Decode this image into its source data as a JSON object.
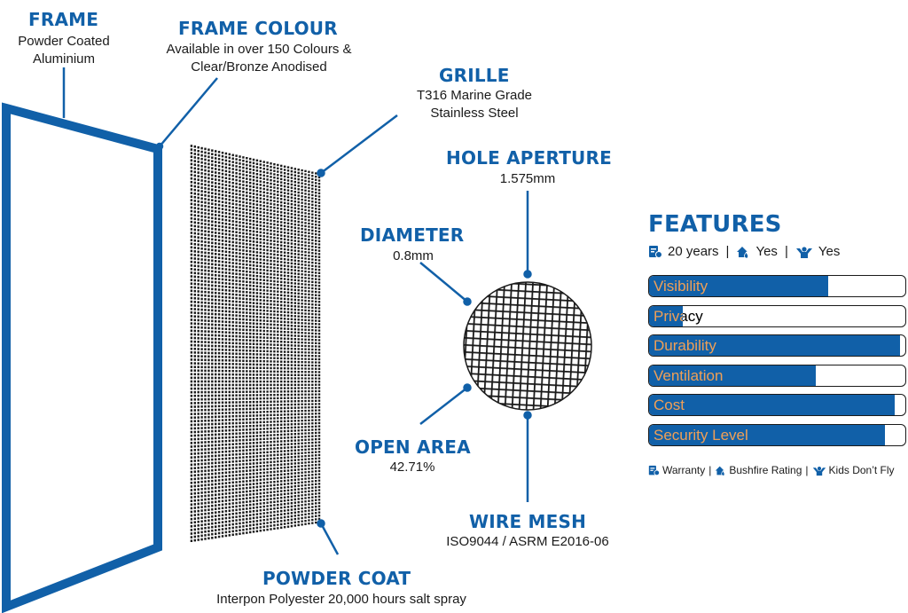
{
  "callouts": {
    "frame": {
      "title": "FRAME",
      "line1": "Powder Coated",
      "line2": "Aluminium"
    },
    "frame_colour": {
      "title": "FRAME COLOUR",
      "line1": "Available in over 150 Colours &",
      "line2": "Clear/Bronze Anodised"
    },
    "grille": {
      "title": "GRILLE",
      "line1": "T316 Marine Grade",
      "line2": "Stainless Steel"
    },
    "hole_aperture": {
      "title": "HOLE APERTURE",
      "value": "1.575mm"
    },
    "diameter": {
      "title": "DIAMETER",
      "value": "0.8mm"
    },
    "open_area": {
      "title": "OPEN AREA",
      "value": "42.71%"
    },
    "wire_mesh": {
      "title": "WIRE MESH",
      "value": "ISO9044 / ASRM E2016-06"
    },
    "powder_coat": {
      "title": "POWDER COAT",
      "value": "Interpon Polyester 20,000 hours salt spray"
    }
  },
  "features": {
    "title": "FEATURES",
    "warranty_value": "20 years",
    "bushfire_value": "Yes",
    "kids_value": "Yes",
    "separator": "|",
    "bars": [
      {
        "label": "Visibility",
        "level": 0.7
      },
      {
        "label": "Privacy",
        "level": 0.13
      },
      {
        "label": "Durability",
        "level": 0.98
      },
      {
        "label": "Ventilation",
        "level": 0.65
      },
      {
        "label": "Cost",
        "level": 0.96
      },
      {
        "label": "Security Level",
        "level": 0.92
      }
    ],
    "legend": {
      "warranty": "Warranty",
      "bushfire": "Bushfire Rating",
      "kids": "Kids Don’t Fly"
    }
  },
  "colors": {
    "accent": "#1160a8",
    "mesh": "#1a1a1a"
  },
  "icons": [
    "warranty-icon",
    "bushfire-icon",
    "kids-dont-fly-icon"
  ]
}
